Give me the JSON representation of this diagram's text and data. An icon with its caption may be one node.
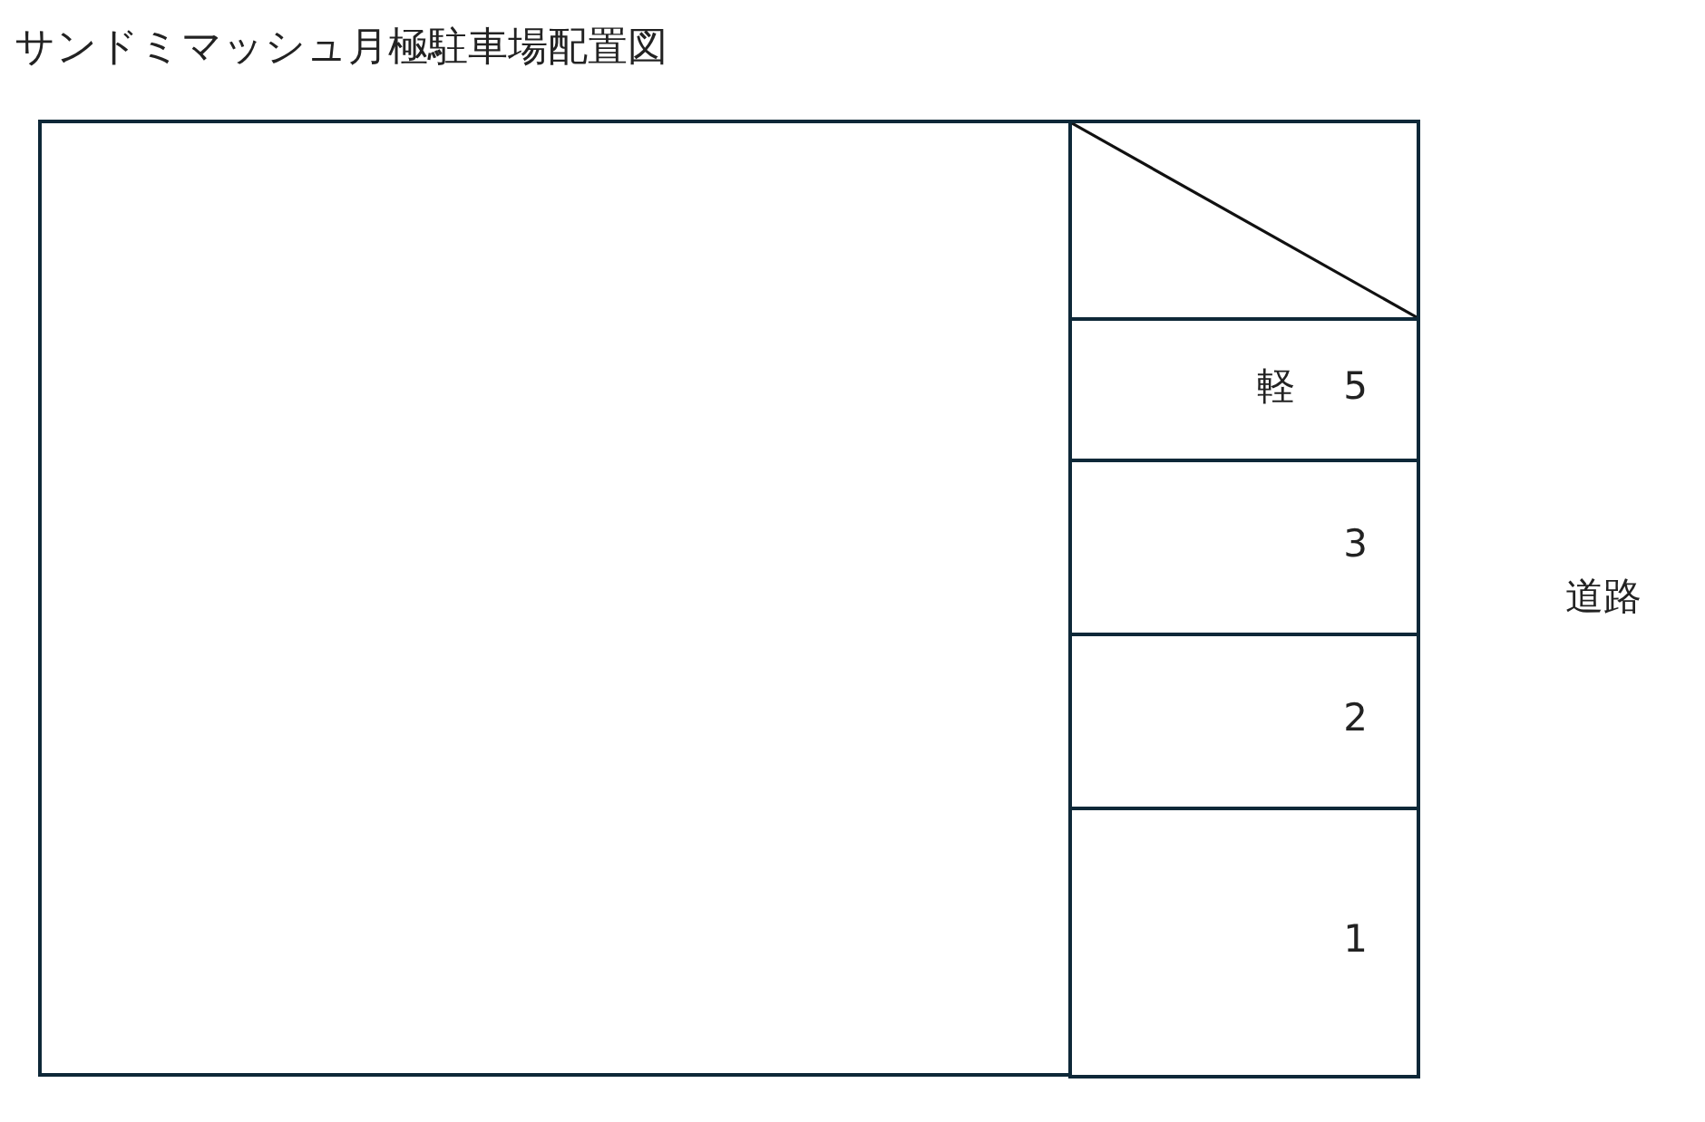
{
  "diagram": {
    "title": "サンドミマッシュ月極駐車場配置図",
    "nodes": [
      {
        "text": [],
        "shape": "box"
      },
      {
        "text": [],
        "shape": "box"
      },
      {
        "text": [
          "軽",
          "5"
        ]
      },
      {
        "text": [
          "3"
        ]
      },
      {
        "text": [
          "2"
        ]
      },
      {
        "text": [
          "1"
        ]
      }
    ],
    "labels": [
      "道路"
    ]
  }
}
